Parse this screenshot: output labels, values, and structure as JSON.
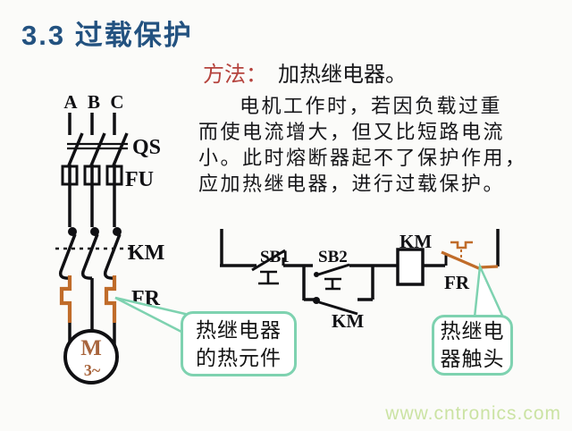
{
  "title": "3.3 过载保护",
  "method": {
    "label": "方法：",
    "value": "加热继电器。"
  },
  "paragraph": {
    "lines": [
      "电机工作时，若因负载过重",
      "而使电流增大，但又比短路电流",
      "小。此时熔断器起不了保护作用，",
      "应加热继电器，进行过载保护。"
    ]
  },
  "power_circuit": {
    "phase_labels": [
      "A",
      "B",
      "C"
    ],
    "labels": {
      "qs": "QS",
      "fu": "FU",
      "km": "KM",
      "fr": "FR"
    },
    "motor": {
      "letter": "M",
      "phase": "3~"
    }
  },
  "control_circuit": {
    "labels": {
      "sb1": "SB1",
      "sb2": "SB2",
      "km_coil": "KM",
      "km_aux": "KM",
      "fr": "FR"
    }
  },
  "callouts": {
    "left": {
      "lines": [
        "热继电器",
        "的热元件"
      ]
    },
    "right": {
      "lines": [
        "热继电",
        "器触头"
      ]
    }
  },
  "watermark": "www.cntronics.com",
  "colors": {
    "title_blue": "#235280",
    "method_red": "#b5433d",
    "heater_orange": "#c06c2a",
    "motor_brown": "#a8643c",
    "callout_green": "#7ed2b0",
    "watermark_green": "#cbe3a3"
  }
}
